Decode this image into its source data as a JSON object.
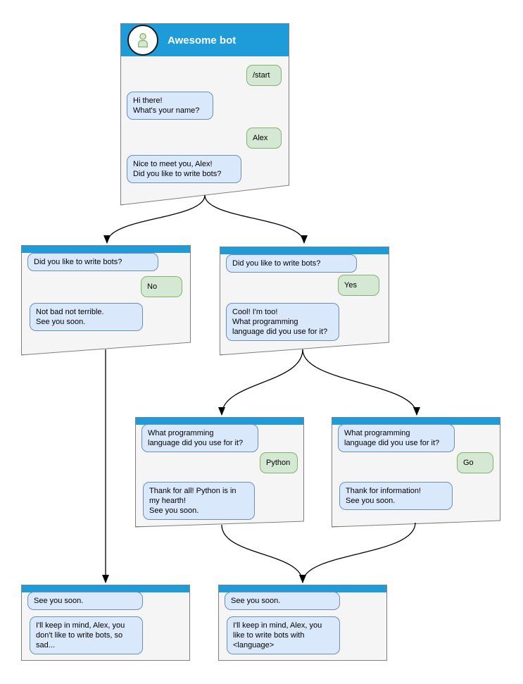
{
  "colors": {
    "header-blue": "#1e9cd9",
    "window-bg": "#f5f5f5",
    "window-border": "#7f7f7f",
    "bot-bubble-bg": "#dae8fc",
    "bot-bubble-border": "#6c8ebf",
    "user-bubble-bg": "#d5e8d4",
    "user-bubble-border": "#82b366",
    "title-color": "#ffffff",
    "edge-color": "#000000"
  },
  "root_window": {
    "title": "Awesome bot",
    "avatar_icon": "person-icon",
    "messages": {
      "start": "/start",
      "greet": "Hi there!\nWhat's your name?",
      "name": "Alex",
      "ask": "Nice to meet you, Alex!\nDid you like to write bots?"
    }
  },
  "no_window": {
    "question": "Did you like to write bots?",
    "answer": "No",
    "reply": "Not bad not terrible.\nSee you soon."
  },
  "yes_window": {
    "question": "Did you like to write bots?",
    "answer": "Yes",
    "reply": "Cool! I'm too!\nWhat programming\nlanguage did you use for it?"
  },
  "python_window": {
    "question": "What programming\nlanguage did you use for it?",
    "answer": "Python",
    "reply": "Thank for all! Python is in\nmy hearth!\nSee you soon."
  },
  "go_window": {
    "question": "What programming\nlanguage did you use for it?",
    "answer": "Go",
    "reply": "Thank for information!\nSee you soon."
  },
  "end_no_window": {
    "farewell": "See you soon.",
    "summary": "I'll keep in mind, Alex, you\ndon't like to write bots, so\nsad..."
  },
  "end_yes_window": {
    "farewell": "See you soon.",
    "summary": "I'll keep in mind, Alex, you\nlike to write bots with\n<language>"
  }
}
